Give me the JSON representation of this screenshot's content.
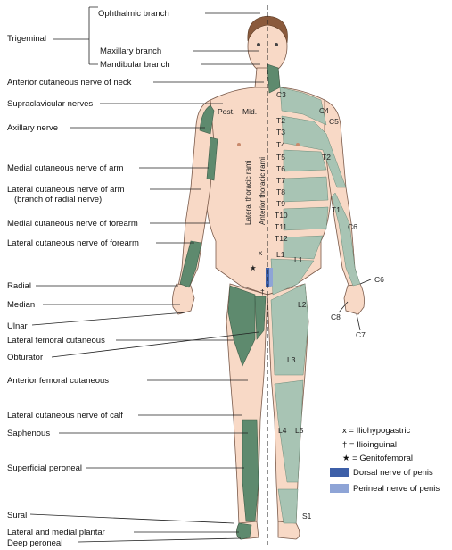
{
  "labels": {
    "ophthalmic": "Ophthalmic branch",
    "trigeminal": "Trigeminal",
    "maxillary": "Maxillary branch",
    "mandibular": "Mandibular branch",
    "ant_cut_neck": "Anterior cutaneous nerve of neck",
    "supraclavicular": "Supraclavicular nerves",
    "axillary": "Axillary nerve",
    "med_cut_arm": "Medial cutaneous nerve of arm",
    "lat_cut_arm": "Lateral cutaneous nerve of arm",
    "lat_cut_arm_sub": "(branch of radial nerve)",
    "med_cut_forearm": "Medial cutaneous nerve of forearm",
    "lat_cut_forearm": "Lateral cutaneous nerve of forearm",
    "radial": "Radial",
    "median": "Median",
    "ulnar": "Ulnar",
    "lat_fem_cut": "Lateral femoral cutaneous",
    "obturator": "Obturator",
    "ant_fem_cut": "Anterior femoral cutaneous",
    "lat_cut_calf": "Lateral cutaneous nerve of calf",
    "saphenous": "Saphenous",
    "sup_peroneal": "Superficial peroneal",
    "sural": "Sural",
    "plantar": "Lateral and medial plantar",
    "deep_peroneal": "Deep peroneal",
    "post": "Post.",
    "mid": "Mid.",
    "lateral_rami": "Lateral thoracic rami",
    "anterior_rami": "Anterior thoracic rami"
  },
  "dermatomes": {
    "C3": "C3",
    "C4": "C4",
    "C5": "C5",
    "C6": "C6",
    "C7": "C7",
    "C8": "C8",
    "T1": "T1",
    "T2": "T2",
    "T3": "T3",
    "T4": "T4",
    "T5": "T5",
    "T6": "T6",
    "T7": "T7",
    "T8": "T8",
    "T9": "T9",
    "T10": "T10",
    "T11": "T11",
    "T12": "T12",
    "L1": "L1",
    "L2": "L2",
    "L3": "L3",
    "L4": "L4",
    "L5": "L5",
    "S1": "S1"
  },
  "markers": {
    "x": "x",
    "dagger": "†",
    "star": "★"
  },
  "legend": {
    "iliohypogastric": "x = Iliohypogastric",
    "ilioinguinal": "† = Ilioinguinal",
    "genitofemoral": "★ = Genitofemoral",
    "dorsal": "Dorsal nerve of penis",
    "perineal": "Perineal nerve of penis"
  },
  "colors": {
    "skin": "#f8d9c6",
    "peripheral_green": "#5e8a6e",
    "dermatome_teal": "#a8c4b4",
    "dorsal_blue": "#3d5fa8",
    "perineal_blue": "#8ea4d6"
  }
}
